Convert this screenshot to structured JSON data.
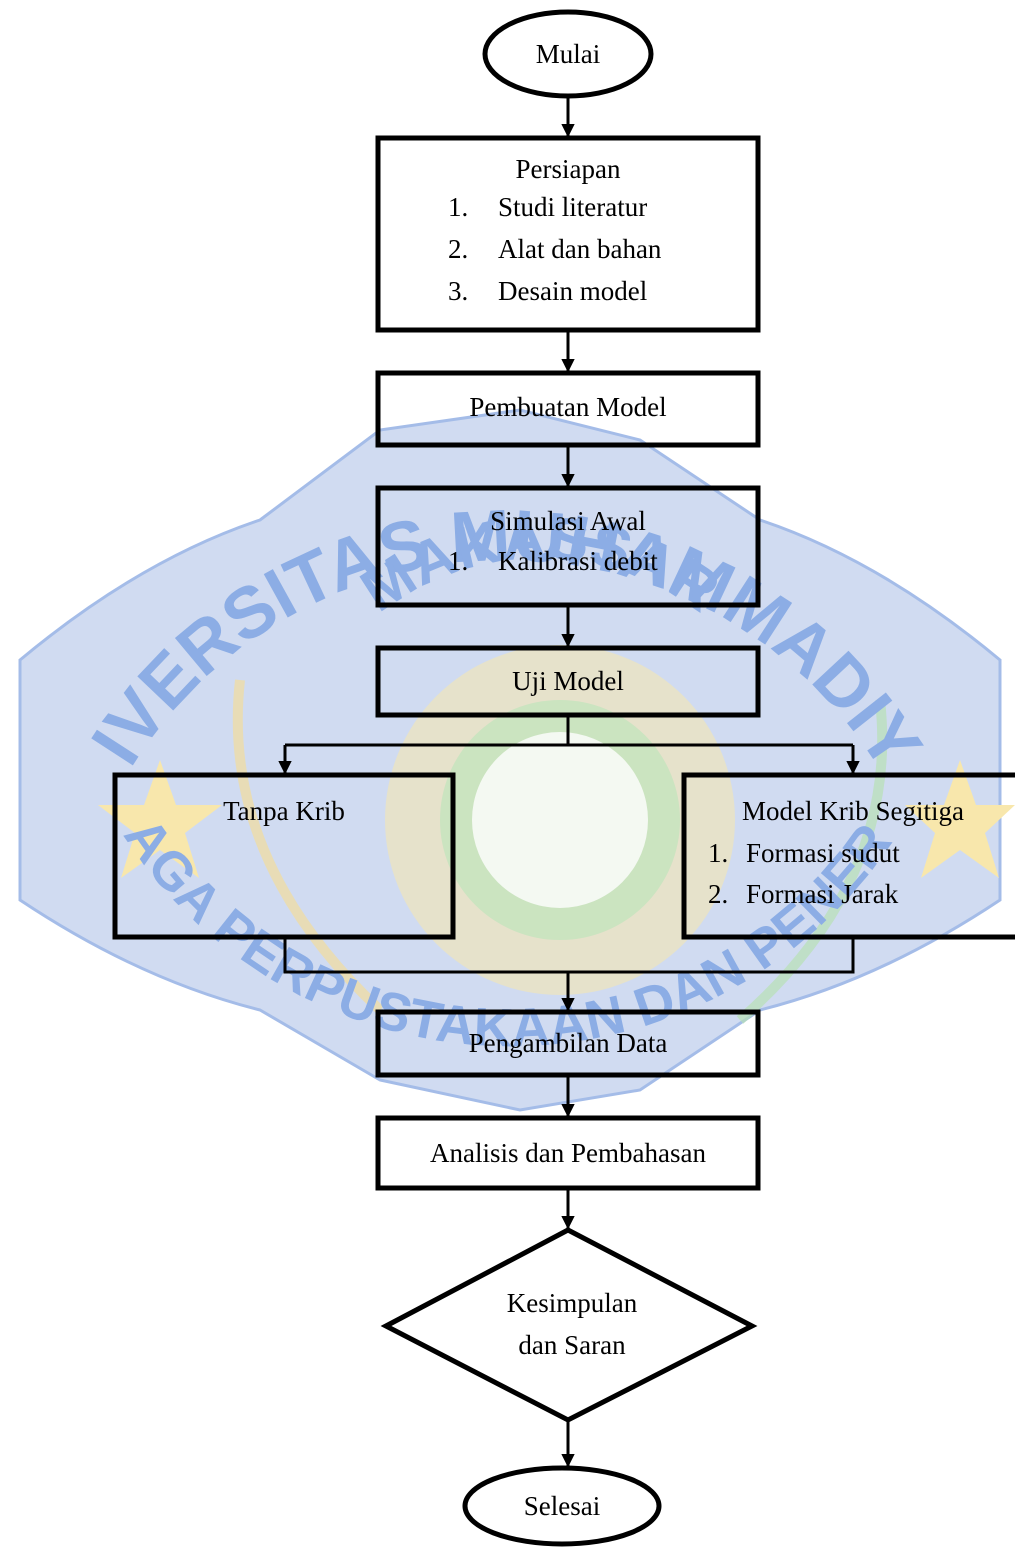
{
  "colors": {
    "stroke": "#000000",
    "text": "#000000",
    "watermark_blue": "#2f6bd0",
    "watermark_band": "#aabfe6",
    "watermark_gold": "#f3d56a",
    "watermark_green": "#7ec77a"
  },
  "watermark": {
    "top_text": "UNIVERSITAS MUHAMMADIYAH",
    "middle_text": "MAKASSAR",
    "bottom_text": "LEMBAGA PERPUSTAKAAN DAN PENERBITAN"
  },
  "flow": {
    "start": "Mulai",
    "persiapan": {
      "title": "Persiapan",
      "items": [
        "Studi literatur",
        "Alat dan bahan",
        "Desain model"
      ]
    },
    "pembuatan": "Pembuatan Model",
    "simulasi": {
      "title": "Simulasi Awal",
      "items": [
        "Kalibrasi debit"
      ]
    },
    "uji": "Uji Model",
    "tanpa_krib": "Tanpa Krib",
    "model_krib": {
      "title": "Model Krib Segitiga",
      "items": [
        "Formasi sudut",
        "Formasi Jarak"
      ]
    },
    "pengambilan": "Pengambilan Data",
    "analisis": "Analisis dan Pembahasan",
    "kesimpulan": [
      "Kesimpulan",
      "dan Saran"
    ],
    "end": "Selesai"
  }
}
